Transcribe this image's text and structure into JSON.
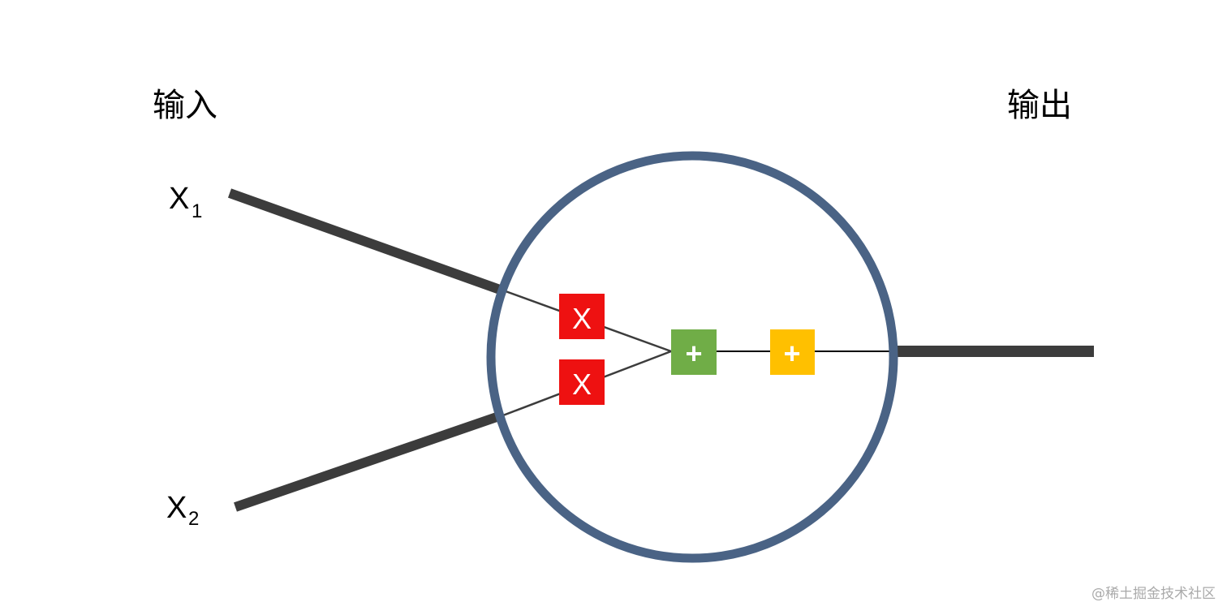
{
  "labels": {
    "input": "输入",
    "output": "输出",
    "x1_base": "X",
    "x1_sub": "1",
    "x2_base": "X",
    "x2_sub": "2"
  },
  "operators": {
    "multiply_1": "X",
    "multiply_2": "X",
    "sum": "+",
    "bias_add": "+"
  },
  "colors": {
    "neuron_circle": "#4A6385",
    "connection_line": "#3c3c3c",
    "multiply_box": "#ee1111",
    "sum_box": "#70ad47",
    "bias_box": "#ffc000"
  },
  "watermark": "@稀土掘金技术社区"
}
